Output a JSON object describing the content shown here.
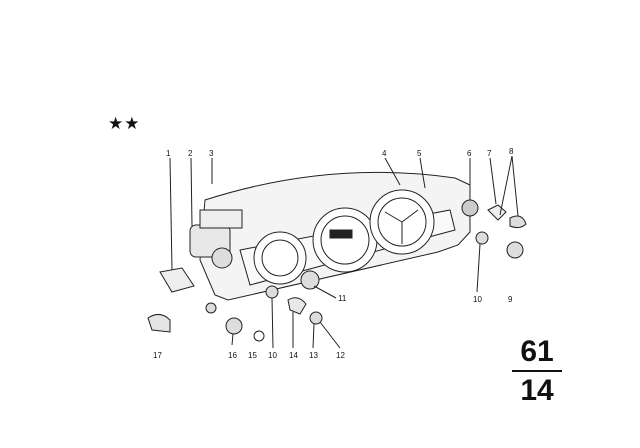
{
  "diagram": {
    "markers": "★★",
    "page_ref": {
      "top": "61",
      "bottom": "14"
    },
    "callouts": [
      "1",
      "2",
      "3",
      "4",
      "5",
      "6",
      "7",
      "8",
      "11",
      "10",
      "9",
      "17",
      "16",
      "15",
      "10",
      "14",
      "13",
      "12"
    ]
  }
}
